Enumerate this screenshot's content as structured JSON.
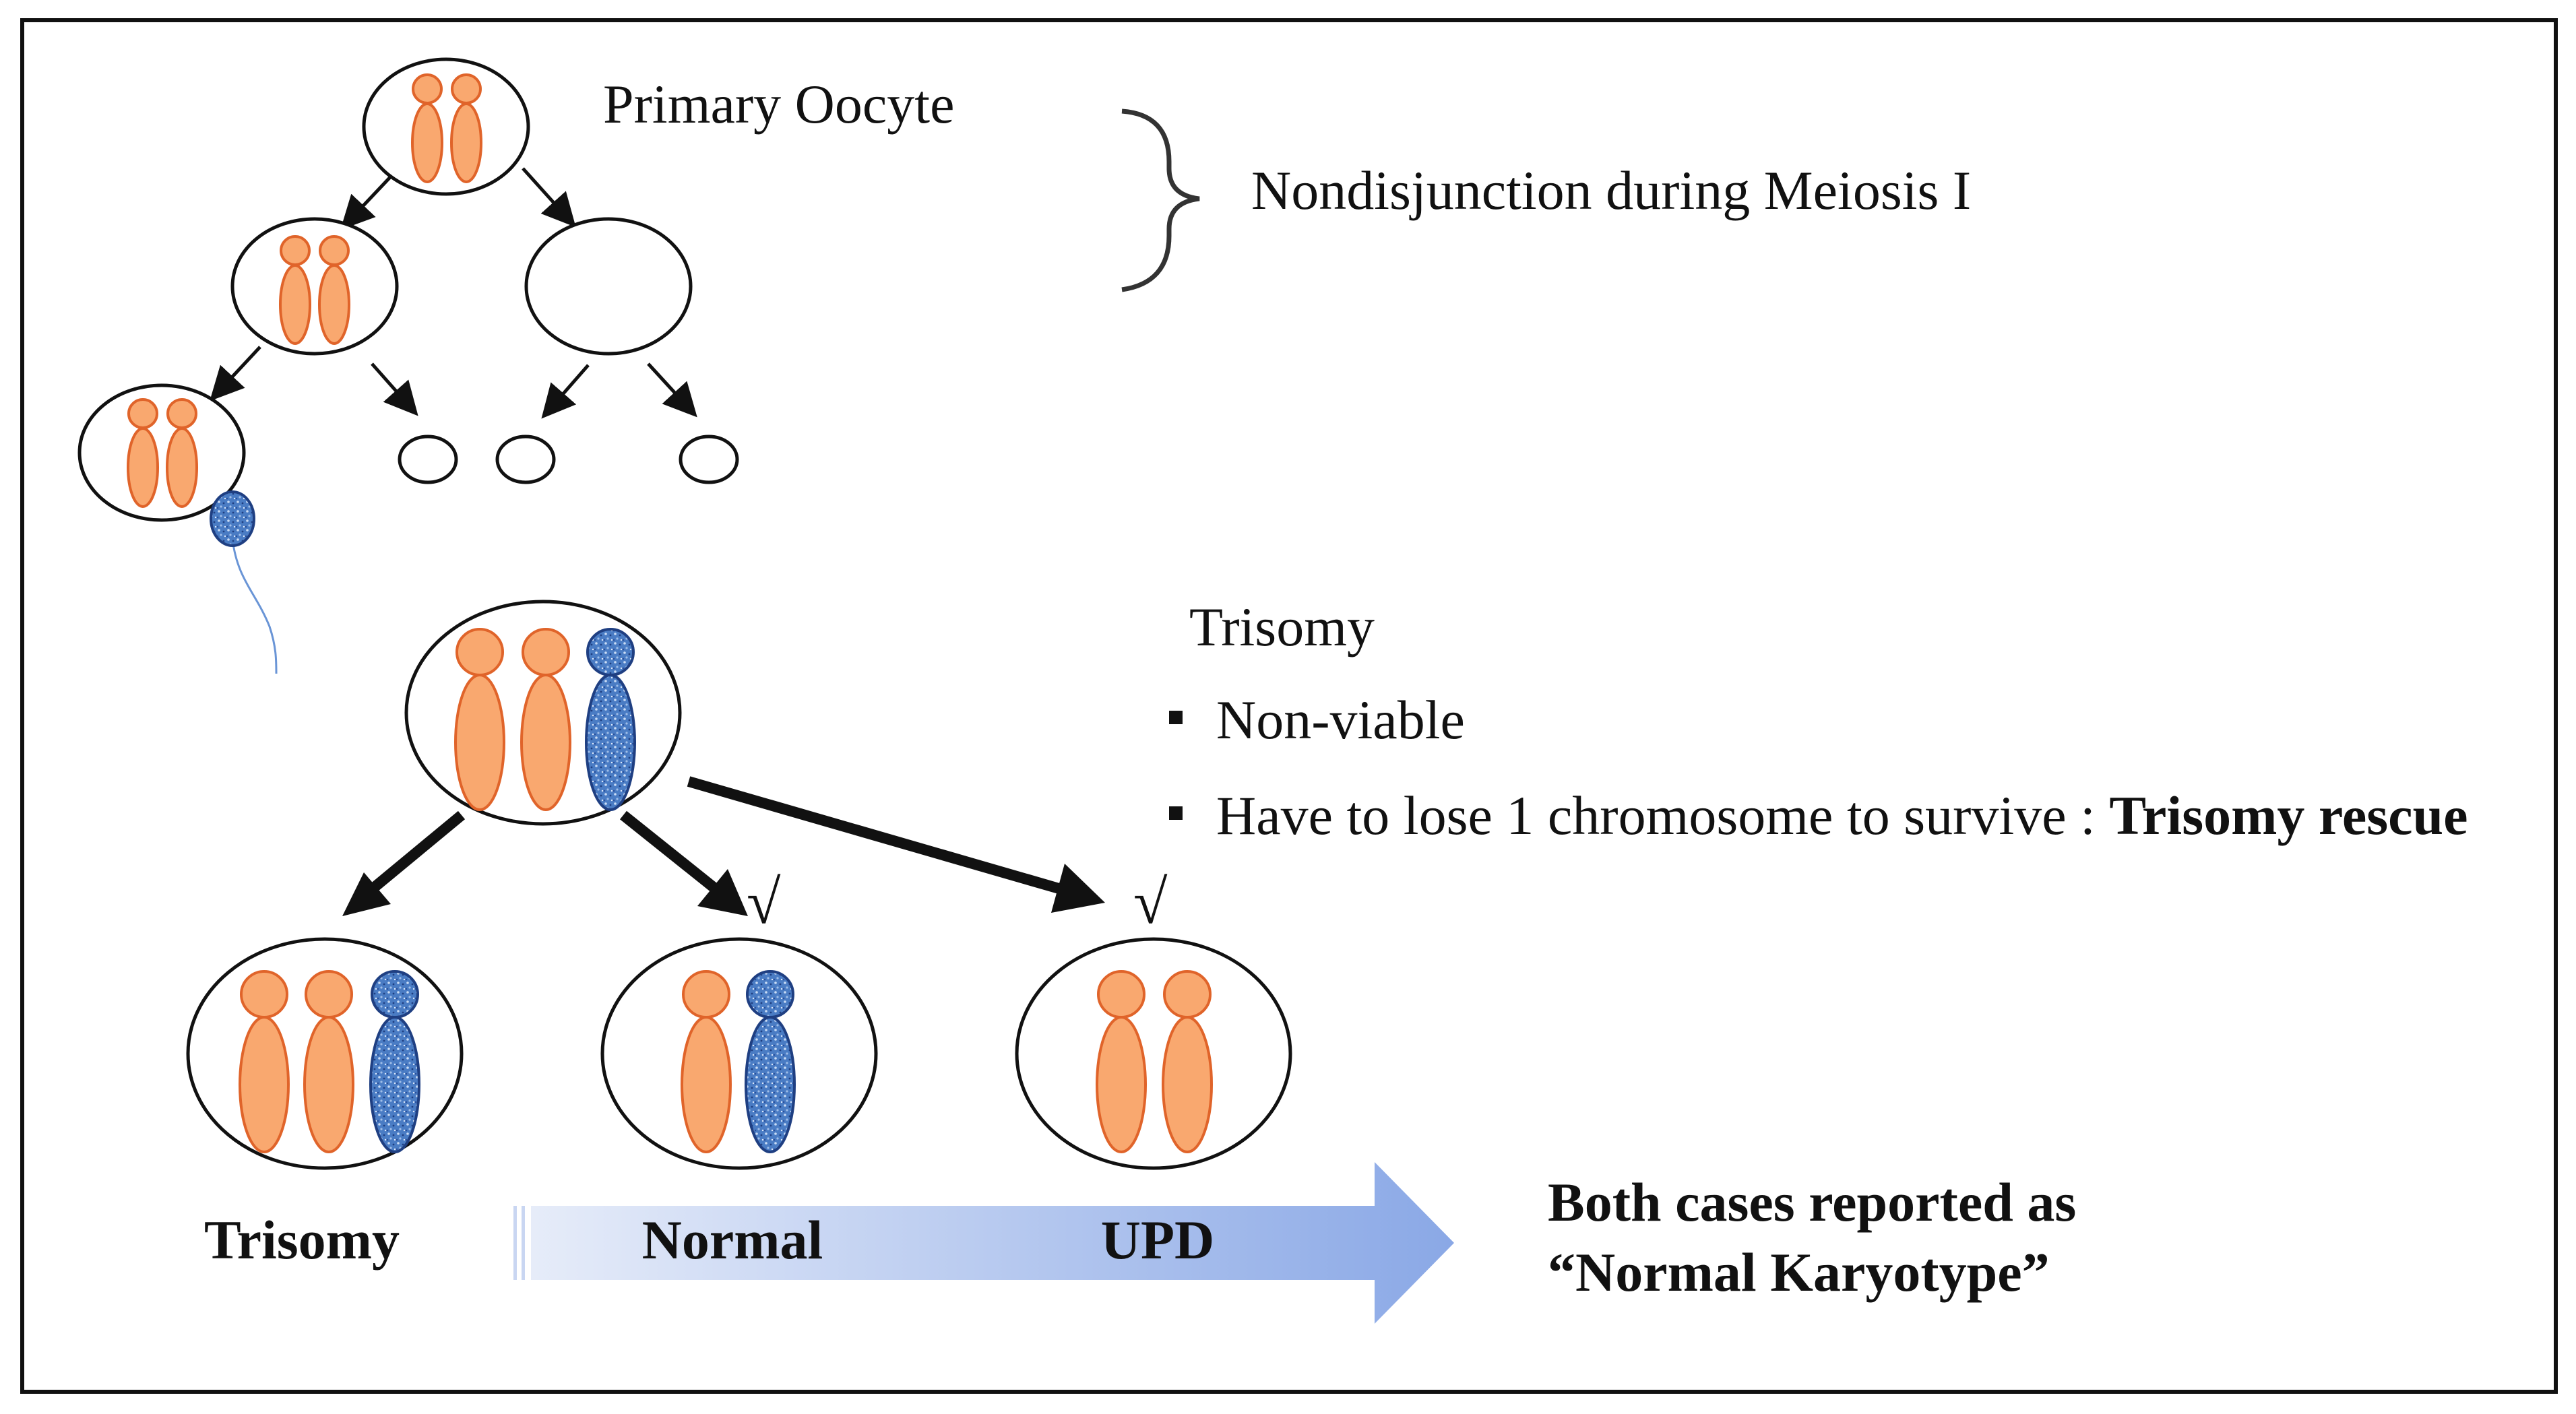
{
  "labels": {
    "primary_oocyte": "Primary Oocyte",
    "nondisjunction": "Nondisjunction during Meiosis I",
    "trisomy_heading": "Trisomy",
    "bullet_1": "Non-viable",
    "bullet_2_prefix": "Have to lose 1 chromosome to survive : ",
    "bullet_2_bold": "Trisomy rescue",
    "outcome_trisomy": "Trisomy",
    "outcome_normal": "Normal",
    "outcome_upd": "UPD",
    "check_mark": "√",
    "summary_line_1": "Both cases reported as",
    "summary_line_2": "“Normal Karyotype”"
  },
  "colors": {
    "maternal_chromosome": "#f9a86f",
    "maternal_outline": "#e0642a",
    "paternal_chromosome": "#4a7cc4",
    "paternal_outline": "#1f3f82",
    "arrow_gradient_start": "#e6ecf9",
    "arrow_gradient_end": "#8aa8e6",
    "frame": "#111111"
  }
}
